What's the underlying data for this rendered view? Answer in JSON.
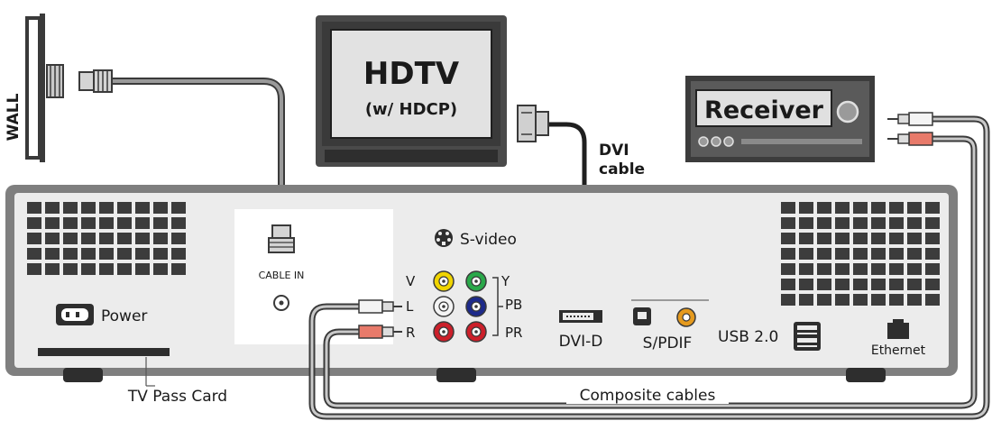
{
  "wall": {
    "label": "WALL"
  },
  "hdtv": {
    "title": "HDTV",
    "subtitle": "(w/ HDCP)"
  },
  "dvi_cable": {
    "line1": "DVI",
    "line2": "cable"
  },
  "receiver": {
    "label": "Receiver"
  },
  "back_panel": {
    "cable_in": "CABLE IN",
    "power": "Power",
    "svideo": "S-video",
    "v": "V",
    "y": "Y",
    "l": "L",
    "pb": "PB",
    "r": "R",
    "pr": "PR",
    "dvid": "DVI-D",
    "spdif": "S/PDIF",
    "usb": "USB 2.0",
    "ethernet": "Ethernet",
    "tv_pass_card": "TV Pass Card"
  },
  "composite_cables": "Composite cables",
  "colors": {
    "case": "#9a9a9a",
    "dark": "#3a3a3a",
    "yellow": "#f0d400",
    "green": "#2aa84a",
    "white": "#f4f4f4",
    "blue": "#1d2a8a",
    "red": "#cc1f2a",
    "orange": "#e59a1e"
  }
}
